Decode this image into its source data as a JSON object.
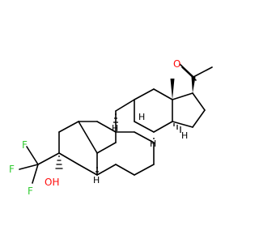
{
  "molecule": {
    "atoms": {
      "oxygen_carbonyl": "O",
      "oxygen_hydroxyl": "OH",
      "fluorine_1": "F",
      "fluorine_2": "F",
      "fluorine_3": "F"
    },
    "stereo_hydrogens": {
      "h_c9": "H",
      "h_c8": "H",
      "h_c10": "H",
      "h_c14": "H",
      "h_c5": "H"
    },
    "methyl_label": "",
    "colors": {
      "bond": "#000000",
      "oxygen": "#ff0d0d",
      "fluorine": "#33cc33",
      "hydrogen_label": "#000000"
    }
  }
}
